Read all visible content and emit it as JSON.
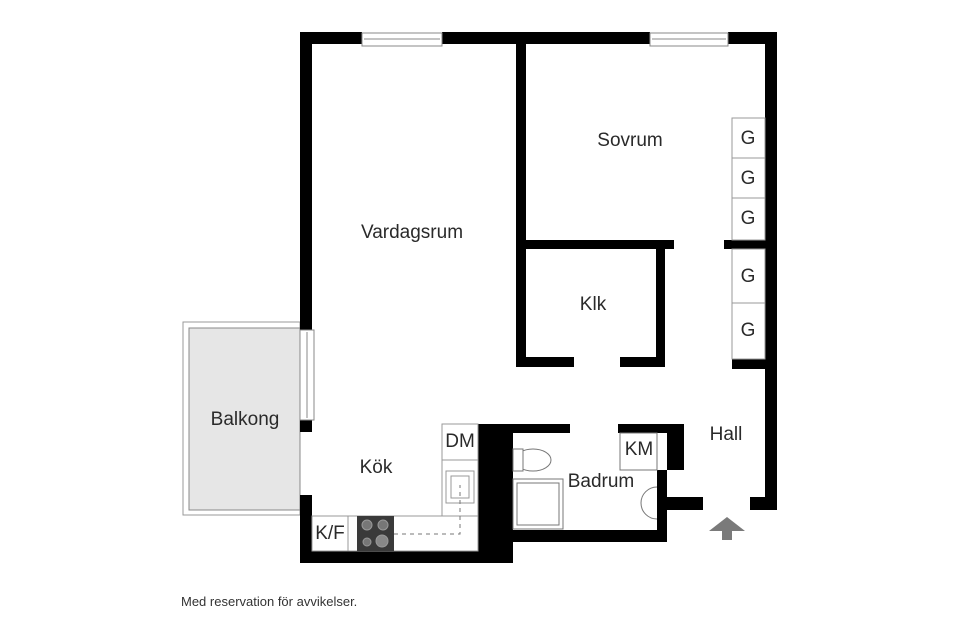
{
  "rooms": {
    "vardagsrum": "Vardagsrum",
    "sovrum": "Sovrum",
    "klk": "Klk",
    "balkong": "Balkong",
    "kok": "Kök",
    "badrum": "Badrum",
    "hall": "Hall"
  },
  "fixtures": {
    "dm": "DM",
    "km": "KM",
    "kf": "K/F",
    "wardrobes": [
      "G",
      "G",
      "G",
      "G",
      "G"
    ]
  },
  "colors": {
    "wall": "#000000",
    "balcony_fill": "#e6e6e6",
    "fixture_line": "#9a9a9a",
    "entrance_arrow": "#7a7a7a",
    "stove": "#3a3a3a"
  },
  "footer": {
    "disclaimer": "Med reservation för avvikelser."
  }
}
